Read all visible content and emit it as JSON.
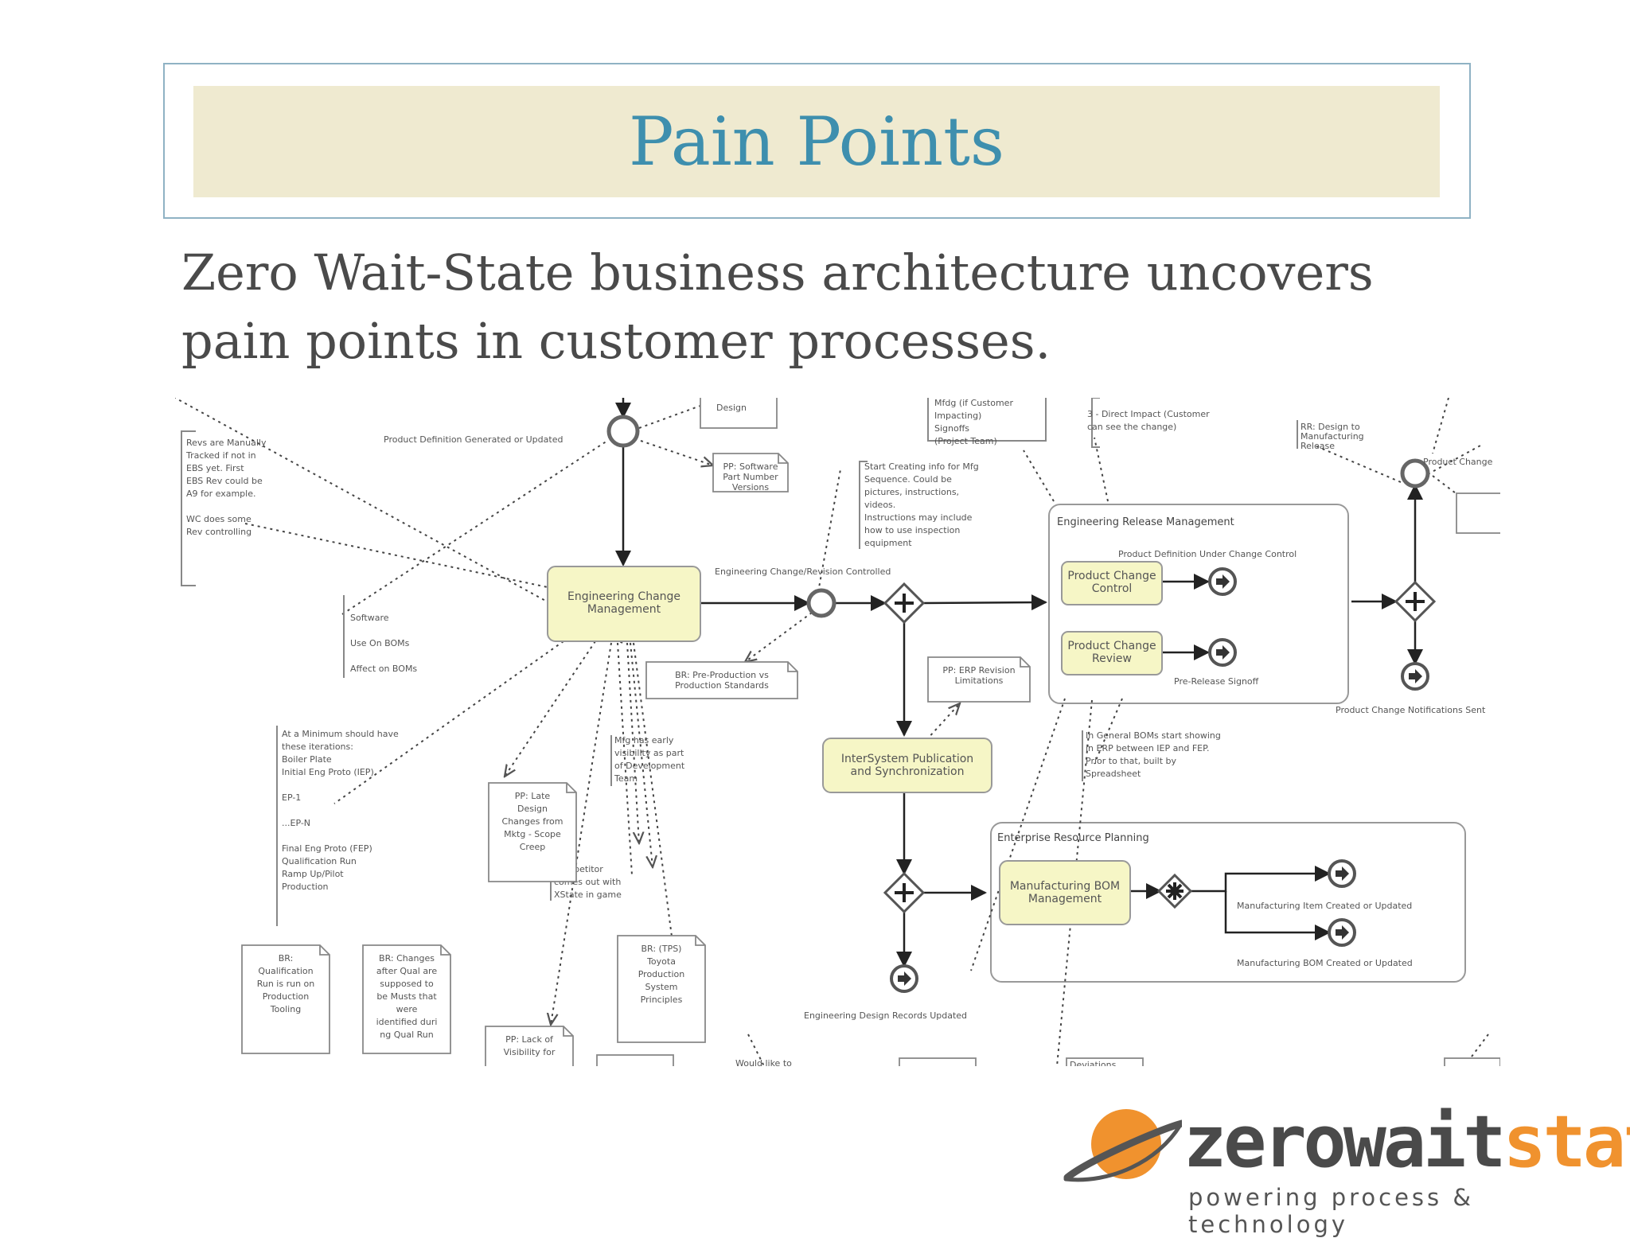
{
  "slide": {
    "title": "Pain Points",
    "subtitle": "Zero Wait-State business architecture uncovers pain points in customer processes."
  },
  "diagram": {
    "process_boxes": [
      "Engineering Change Management",
      "Product Change Control",
      "Product Change Review",
      "InterSystem Publication and Synchronization",
      "Manufacturing BOM Management"
    ],
    "pools": [
      "Engineering Release Management",
      "Enterprise Resource Planning"
    ],
    "flow_labels": [
      "Product Definition Generated or Updated",
      "Engineering Change/Revision Controlled",
      "Product Definition Under Change Control",
      "Pre-Release Signoff",
      "Product Change Notifications Sent",
      "Manufacturing Item Created or Updated",
      "Manufacturing BOM Created or Updated",
      "Engineering Design Records Updated"
    ],
    "notes": {
      "revs": [
        "Revs are Manually",
        "Tracked if not in",
        "EBS yet. First",
        "EBS Rev could be",
        "A9 for example.",
        "",
        "WC does some",
        "Rev controlling"
      ],
      "software": [
        "Software",
        "Use On BOMs",
        "Affect on BOMs"
      ],
      "iterations": [
        "At a Minimum should have",
        "these iterations:",
        "Boiler Plate",
        "Initial Eng Proto (IEP)",
        "",
        "EP-1",
        "",
        "...EP-N",
        "",
        "Final Eng Proto (FEP)",
        "Qualification Run",
        "Ramp Up/Pilot",
        "Production"
      ],
      "mfg": [
        "Start Creating info for Mfg",
        "Sequence. Could be",
        "pictures, instructions,",
        "videos.",
        "Instructions may include",
        "how to use inspection",
        "equipment"
      ],
      "bom": [
        "In General BOMs start showing",
        "in ERP between IEP and FEP.",
        "Prior to that, built by",
        "Spreadsheet"
      ],
      "mfg_early": [
        "Mfg has early",
        "visibility as part",
        "of Development",
        "Team"
      ],
      "competitor": [
        "Competitor",
        "comes out with",
        "XState in game"
      ],
      "signoffs": [
        "Mfdg (if Customer",
        "Impacting)",
        "Signoffs",
        "(Project Team)"
      ],
      "impact": [
        "3 - Direct Impact (Customer",
        "can see the change)"
      ],
      "rr": [
        "RR: Design to",
        "Manufacturing",
        "Release"
      ],
      "product_change": "Product Change",
      "design": "Design",
      "would_like": "Would like to",
      "deviations": "Deviations"
    },
    "doc_notes": {
      "software_versions": [
        "PP: Software",
        "Part Number",
        "Versions"
      ],
      "pre_production": [
        "BR: Pre-Production vs",
        "Production Standards"
      ],
      "erp_revision": [
        "PP: ERP Revision",
        "Limitations"
      ],
      "late_changes": [
        "PP: Late",
        "Design",
        "Changes from",
        "Mktg - Scope",
        "Creep"
      ],
      "qualification": [
        "BR:",
        "Qualification",
        "Run is run on",
        "Production",
        "Tooling"
      ],
      "changes_after_qual": [
        "BR: Changes",
        "after Qual are",
        "supposed to",
        "be Musts that",
        "were",
        "identified duri",
        "ng Qual Run"
      ],
      "tps": [
        "BR: (TPS)",
        "Toyota",
        "Production",
        "System",
        "Principles"
      ],
      "visibility": [
        "PP: Lack of",
        "Visibility for"
      ]
    }
  },
  "logo": {
    "part1": "zerowait",
    "part2": "state",
    "tagline": "powering process & technology"
  }
}
